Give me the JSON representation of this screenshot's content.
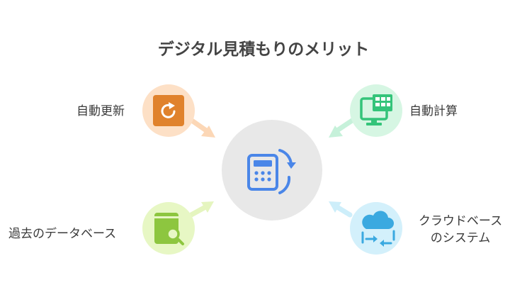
{
  "title": "デジタル見積もりのメリット",
  "nodes": {
    "auto_update": {
      "label": "自動更新",
      "icon": "refresh-icon",
      "bg": "#fde0c6",
      "fg": "#e0822c"
    },
    "auto_calc": {
      "label": "自動計算",
      "icon": "monitor-spreadsheet-icon",
      "bg": "#d6f6e3",
      "fg": "#34c47a"
    },
    "past_database": {
      "label": "過去のデータベース",
      "icon": "document-search-icon",
      "bg": "#e7f7c4",
      "fg": "#8dc63f"
    },
    "cloud_system": {
      "line1": "クラウドベース",
      "line2": "のシステム",
      "icon": "cloud-sync-icon",
      "bg": "#d3f0fb",
      "fg": "#3aa9e0"
    }
  },
  "center": {
    "icon": "calculator-sync-icon",
    "bg": "#e8e8e8",
    "fg": "#4a86e8"
  }
}
